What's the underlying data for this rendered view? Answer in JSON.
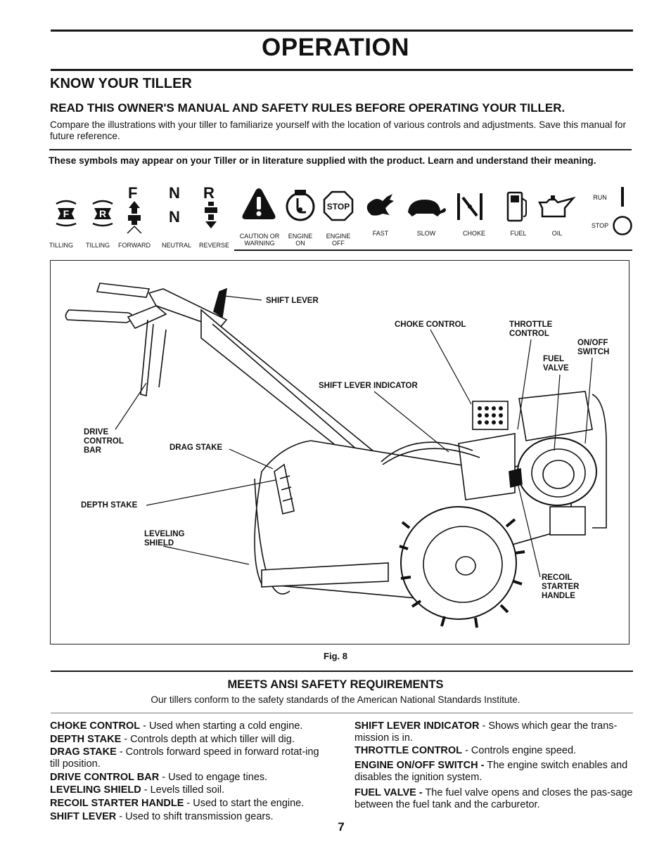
{
  "header": {
    "title": "OPERATION"
  },
  "section": {
    "heading": "KNOW YOUR TILLER",
    "read_heading": "READ THIS OWNER'S MANUAL AND SAFETY RULES BEFORE OPERATING YOUR TILLER.",
    "intro": "Compare the illustrations with your tiller to familiarize yourself with the location of various controls and adjustments. Save this manual for future reference."
  },
  "symbols": {
    "note": "These symbols  may appear on your Tiller or in literature supplied with the product.  Learn and understand their meaning.",
    "glyphs": {
      "forward_letter": "F",
      "neutral_letter_top": "N",
      "reverse_letter": "R",
      "neutral_letter_bottom": "N",
      "stop_sign": "STOP",
      "tilling_f": "F",
      "tilling_r": "R"
    },
    "labels": {
      "tilling_1": "TILLING",
      "tilling_2": "TILLING",
      "forward": "FORWARD",
      "neutral": "NEUTRAL",
      "reverse": "REVERSE",
      "caution": "CAUTION OR WARNING",
      "engine_on": "ENGINE ON",
      "engine_off": "ENGINE OFF",
      "fast": "FAST",
      "slow": "SLOW",
      "choke": "CHOKE",
      "fuel": "FUEL",
      "oil": "OIL",
      "run": "RUN",
      "stop": "STOP"
    }
  },
  "figure": {
    "caption": "Fig. 8",
    "callouts": {
      "shift_lever": "SHIFT LEVER",
      "choke_control": "CHOKE CONTROL",
      "throttle_control": "THROTTLE CONTROL",
      "on_off_switch": "ON/OFF SWITCH",
      "fuel_valve": "FUEL VALVE",
      "shift_lever_indicator": "SHIFT LEVER INDICATOR",
      "drive_control_bar": "DRIVE CONTROL BAR",
      "drag_stake": "DRAG STAKE",
      "depth_stake": "DEPTH STAKE",
      "leveling_shield": "LEVELING SHIELD",
      "recoil_starter_handle": "RECOIL STARTER HANDLE"
    }
  },
  "ansi": {
    "title": "MEETS ANSI SAFETY REQUIREMENTS",
    "text": "Our tillers conform to the safety standards of the American National Standards Institute."
  },
  "definitions": {
    "left": [
      {
        "term": "CHOKE CONTROL",
        "desc": " - Used  when starting a cold engine."
      },
      {
        "term": "DEPTH STAKE",
        "desc": " - Controls depth at which tiller will dig."
      },
      {
        "term": "DRAG STAKE",
        "desc": " - Controls forward speed in forward rotat-ing till position."
      },
      {
        "term": "DRIVE CONTROL BAR",
        "desc": " - Used to engage tines."
      },
      {
        "term": "LEVELING SHIELD",
        "desc": " - Levels tilled soil."
      },
      {
        "term": "RECOIL STARTER HANDLE",
        "desc": " - Used to start the engine."
      },
      {
        "term": "SHIFT LEVER",
        "desc": " - Used to shift transmission gears."
      }
    ],
    "right": [
      {
        "term": "SHIFT LEVER INDICATOR",
        "desc": " - Shows which gear the trans-mission is in."
      },
      {
        "term": "THROTTLE CONTROL",
        "desc": " - Controls engine speed."
      },
      {
        "term": "ENGINE ON/OFF SWITCH -",
        "desc": " The engine switch enables and disables the ignition system."
      },
      {
        "term": "FUEL VALVE -",
        "desc": " The fuel valve opens and closes the pas-sage between the fuel tank and the carburetor."
      }
    ]
  },
  "footer": {
    "page_number": "7"
  }
}
